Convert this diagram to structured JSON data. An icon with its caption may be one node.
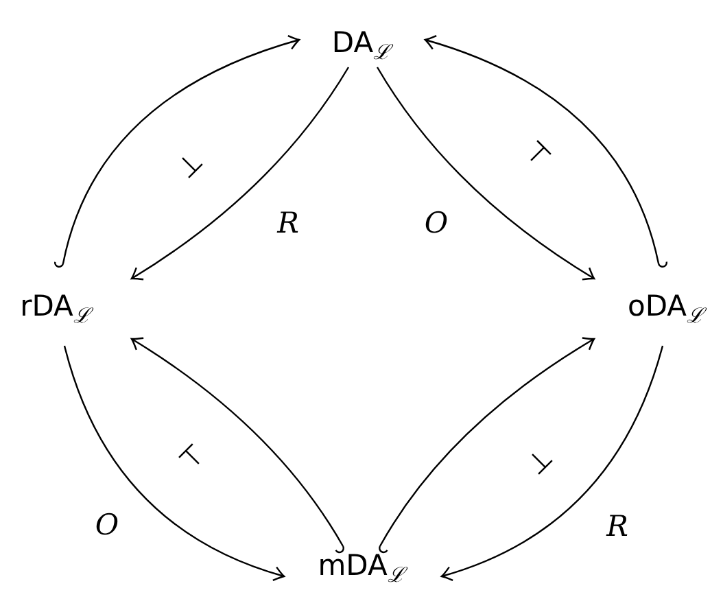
{
  "diagram": {
    "nodes": [
      {
        "text": [
          "DA$_{ℒ}$"
        ]
      },
      {
        "text": [
          "rDA$_{ℒ}$"
        ]
      },
      {
        "text": [
          "oDA$_{ℒ}$"
        ]
      },
      {
        "text": [
          "mDA$_{ℒ}$"
        ]
      }
    ],
    "edges": [
      {
        "from": 1,
        "to": 0,
        "arrow": "to"
      },
      {
        "from": 0,
        "to": 1,
        "arrow": "to",
        "label": "R"
      },
      {
        "from": 0,
        "to": 2,
        "arrow": "to",
        "label": "O"
      },
      {
        "from": 2,
        "to": 0,
        "arrow": "to"
      },
      {
        "from": 1,
        "to": 3,
        "arrow": "to",
        "label": "O"
      },
      {
        "from": 3,
        "to": 1,
        "arrow": "to"
      },
      {
        "from": 3,
        "to": 2,
        "arrow": "to"
      },
      {
        "from": 2,
        "to": 3,
        "arrow": "to",
        "label": "R"
      }
    ],
    "labels": [
      "⊥",
      "⊤",
      "⊤",
      "⊥"
    ]
  }
}
